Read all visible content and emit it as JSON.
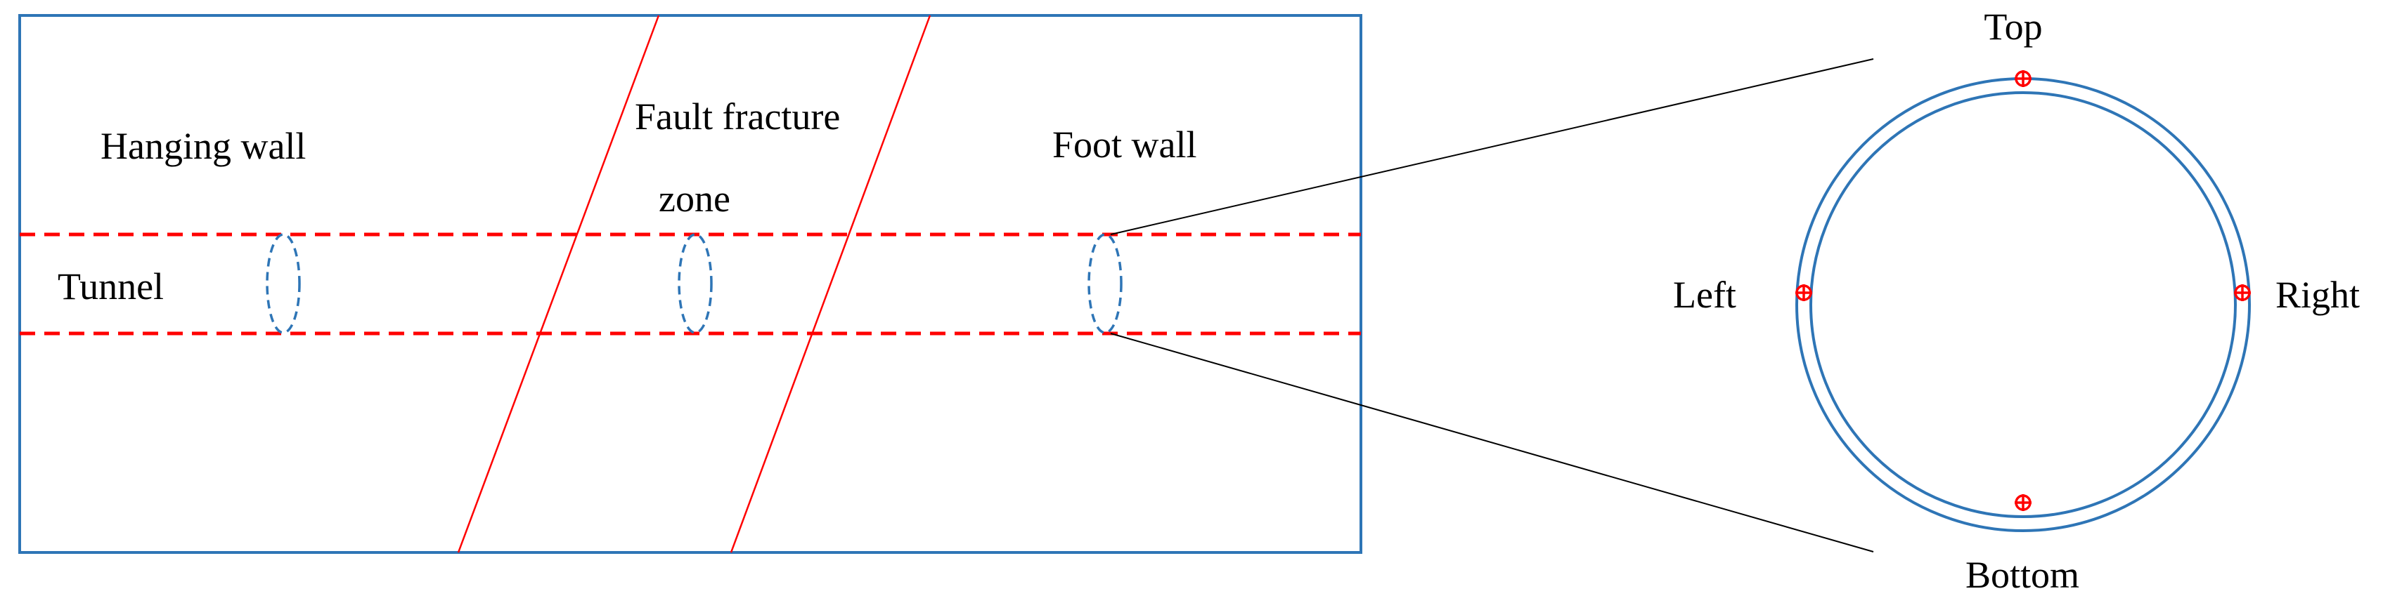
{
  "labels": {
    "hanging_wall": "Hanging wall",
    "fault_zone_line1": "Fault fracture",
    "fault_zone_line2": "zone",
    "foot_wall": "Foot wall",
    "tunnel": "Tunnel",
    "top": "Top",
    "bottom": "Bottom",
    "left": "Left",
    "right": "Right"
  },
  "colors": {
    "frame": "#2e75b6",
    "fault_lines": "#ff0000",
    "tunnel_boundary": "#ff0000",
    "cross_section_rings": "#2e75b6",
    "monitoring_points": "#ff0000",
    "zoom_lines": "#000000"
  },
  "monitoring_points": [
    "Top",
    "Bottom",
    "Left",
    "Right"
  ]
}
